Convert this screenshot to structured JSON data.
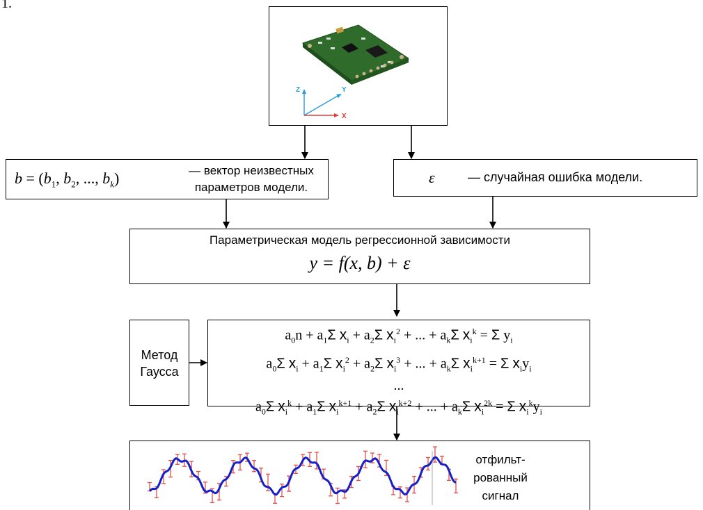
{
  "corner_text": "1.",
  "sensor": {
    "axis_x": "X",
    "axis_y": "Y",
    "axis_z": "Z"
  },
  "vector_box": {
    "formula_lhs": "b",
    "formula_rhs": "(b1, b2, ..., bk)",
    "text_line1": "— вектор неизвестных",
    "text_line2": "параметров модели."
  },
  "error_box": {
    "symbol": "ε",
    "text": "— случайная ошибка модели."
  },
  "model_box": {
    "title": "Параметрическая модель регрессионной зависимости",
    "formula": "y = f(x, b) + ε"
  },
  "gauss_box": {
    "line1": "Метод",
    "line2": "Гаусса"
  },
  "system_box": {
    "ellipsis": "..."
  },
  "signal_box": {
    "label_line1": "отфильт-",
    "label_line2": "рованный",
    "label_line3": "сигнал"
  },
  "colors": {
    "signal_line": "#1520c8",
    "noise_bars": "#e0504a",
    "axis_x": "#e23b3b",
    "axis_y": "#2a9bd8",
    "axis_z": "#2a9bd8",
    "pcb": "#2f6b2a"
  }
}
